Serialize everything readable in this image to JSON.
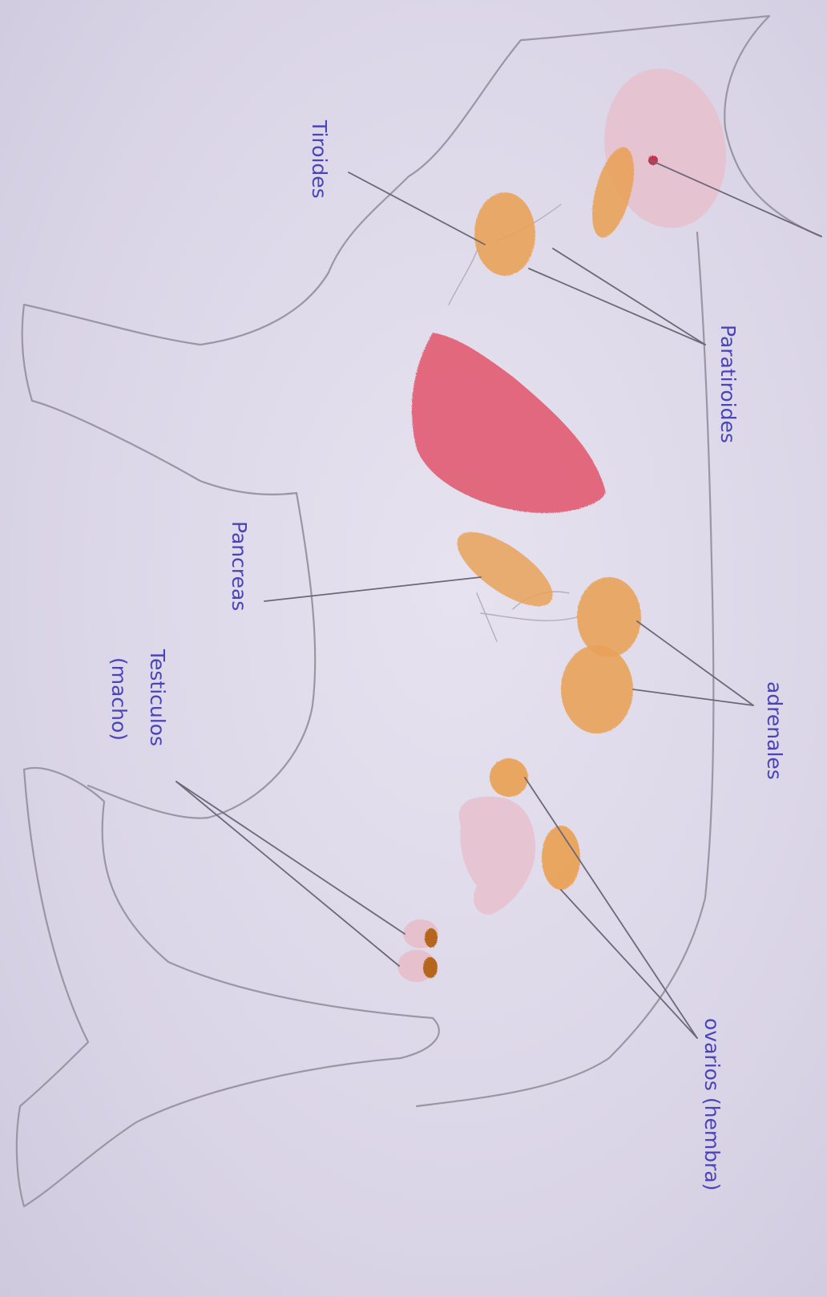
{
  "labels": {
    "tiroides": "Tiroides",
    "paratiroides": "Paratiroides",
    "pancreas": "Pancreas",
    "adrenales": "adrenales",
    "testiculos_line1": "Testiculos",
    "testiculos_line2": "(macho)",
    "ovarios": "ovarios (hembra)"
  },
  "colors": {
    "paper": "#dcd7e8",
    "pencil_outline": "#9a96a3",
    "label_ink": "#4a44b8",
    "gland_orange": "#e9a25a",
    "heart_red": "#e0536a",
    "pink_organ": "#e6c0cc",
    "testis_brown": "#b5651d"
  }
}
